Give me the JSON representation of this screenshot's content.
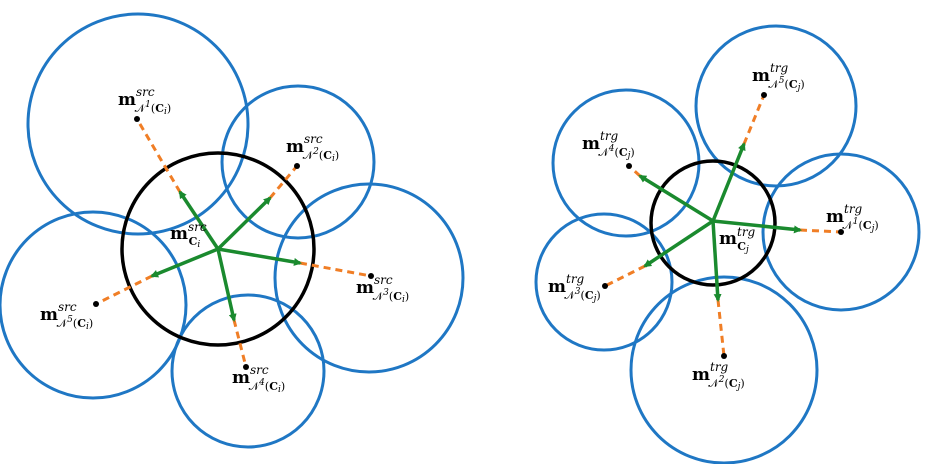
{
  "colors": {
    "neighbor_circle": "#1f77c4",
    "center_circle": "#000000",
    "arrow": "#1a8a2e",
    "dashed_link": "#f07e26",
    "point": "#000000"
  },
  "source": {
    "center": {
      "base": "m",
      "sup": "src",
      "sub": "C",
      "subsub": "i"
    },
    "neighbors": [
      {
        "base": "m",
        "sup": "src",
        "sub": "𝒩",
        "sub_sup": "1",
        "open": "(",
        "c": "C",
        "idx": "i",
        "close": ")"
      },
      {
        "base": "m",
        "sup": "src",
        "sub": "𝒩",
        "sub_sup": "2",
        "open": "(",
        "c": "C",
        "idx": "i",
        "close": ")"
      },
      {
        "base": "m",
        "sup": "src",
        "sub": "𝒩",
        "sub_sup": "3",
        "open": "(",
        "c": "C",
        "idx": "i",
        "close": ")"
      },
      {
        "base": "m",
        "sup": "src",
        "sub": "𝒩",
        "sub_sup": "4",
        "open": "(",
        "c": "C",
        "idx": "i",
        "close": ")"
      },
      {
        "base": "m",
        "sup": "src",
        "sub": "𝒩",
        "sub_sup": "5",
        "open": "(",
        "c": "C",
        "idx": "i",
        "close": ")"
      }
    ]
  },
  "target": {
    "center": {
      "base": "m",
      "sup": "trg",
      "sub": "C",
      "subsub": "j"
    },
    "neighbors": [
      {
        "base": "m",
        "sup": "trg",
        "sub": "𝒩",
        "sub_sup": "1",
        "open": "(",
        "c": "C",
        "idx": "j",
        "close": ")"
      },
      {
        "base": "m",
        "sup": "trg",
        "sub": "𝒩",
        "sub_sup": "2",
        "open": "(",
        "c": "C",
        "idx": "j",
        "close": ")"
      },
      {
        "base": "m",
        "sup": "trg",
        "sub": "𝒩",
        "sub_sup": "3",
        "open": "(",
        "c": "C",
        "idx": "j",
        "close": ")"
      },
      {
        "base": "m",
        "sup": "trg",
        "sub": "𝒩",
        "sub_sup": "4",
        "open": "(",
        "c": "C",
        "idx": "j",
        "close": ")"
      },
      {
        "base": "m",
        "sup": "trg",
        "sub": "𝒩",
        "sub_sup": "5",
        "open": "(",
        "c": "C",
        "idx": "j",
        "close": ")"
      }
    ]
  }
}
